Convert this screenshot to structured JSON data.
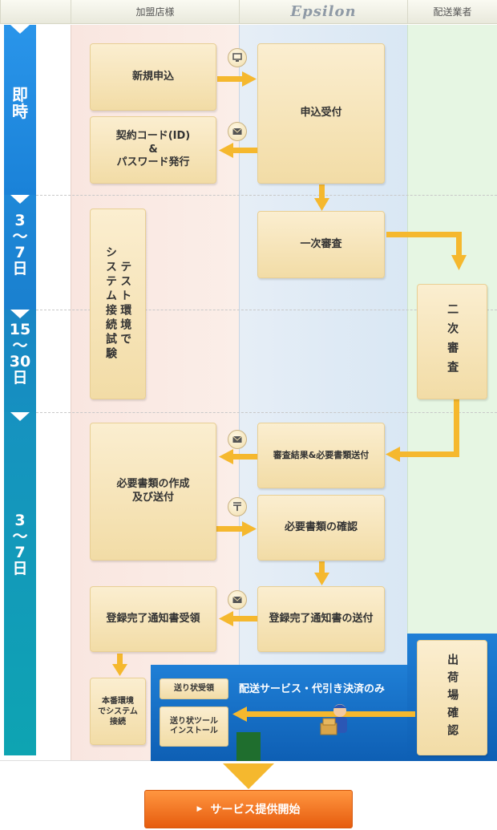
{
  "header": {
    "lane1": "加盟店様",
    "logo": "Epsilon",
    "lane3": "配送業者"
  },
  "timeline": {
    "p1": "即\n時",
    "p2": "3\n〜\n7\n日",
    "p3": "15\n〜\n30\n日",
    "p4": "3\n〜\n7\n日"
  },
  "boxes": {
    "new_app": "新規申込",
    "app_receive": "申込受付",
    "contract_code": "契約コード(ID)\n&\nパスワード発行",
    "first_review": "一次審査",
    "test_env": "テスト環境で\nシステム接続試験",
    "second_review": "二次審査",
    "review_result": "審査結果&必要書類送付",
    "docs_create": "必要書類の作成\n及び送付",
    "docs_confirm": "必要書類の確認",
    "reg_complete_recv": "登録完了通知書受領",
    "reg_complete_send": "登録完了通知書の送付",
    "prod_connect": "本番環境\nでシステム\n接続",
    "shipping": "出荷場確認"
  },
  "delivery": {
    "title": "配送サービス・代引き決済のみ",
    "slip_recv": "送り状受領",
    "slip_tool": "送り状ツール\nインストール"
  },
  "service_start": "サービス提供開始",
  "colors": {
    "arrow": "#f5b82e",
    "time_top": "#1a8de0",
    "time_bottom": "#0aa0b0",
    "lane1_bg": "#fbe9e2",
    "lane2_bg": "#e0ecf6",
    "lane3_bg": "#e8f7e6"
  }
}
